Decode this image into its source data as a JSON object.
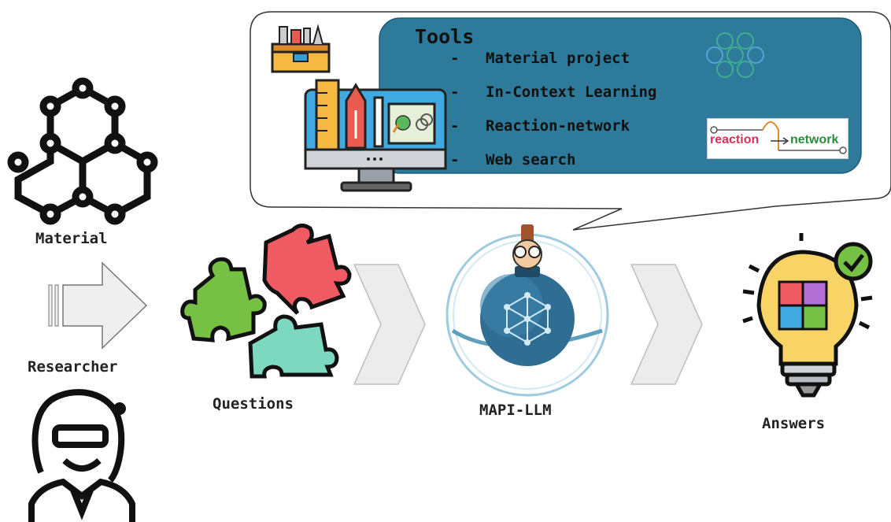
{
  "tools": {
    "title": "Tools",
    "items": [
      {
        "label": "Material project"
      },
      {
        "label": "In-Context Learning"
      },
      {
        "label": "Reaction-network"
      },
      {
        "label": "Web search"
      }
    ],
    "bullet": "-",
    "reaction_network_logo": {
      "word1": "reaction",
      "word2": "network"
    },
    "panel_color": "#2e7a9a"
  },
  "labels": {
    "material": "Material",
    "researcher": "Researcher",
    "questions": "Questions",
    "mapi": "MAPI-LLM",
    "answers": "Answers"
  },
  "icons": {
    "molecule": "molecule-hexagon-icon",
    "researcher": "researcher-avatar-icon",
    "toolbox": "toolbox-icon",
    "computer": "computer-tools-icon",
    "puzzle": "puzzle-pieces-icon",
    "robot": "robot-llm-icon",
    "bulb": "lightbulb-answer-icon",
    "mp_logo": "materials-project-logo-icon"
  }
}
